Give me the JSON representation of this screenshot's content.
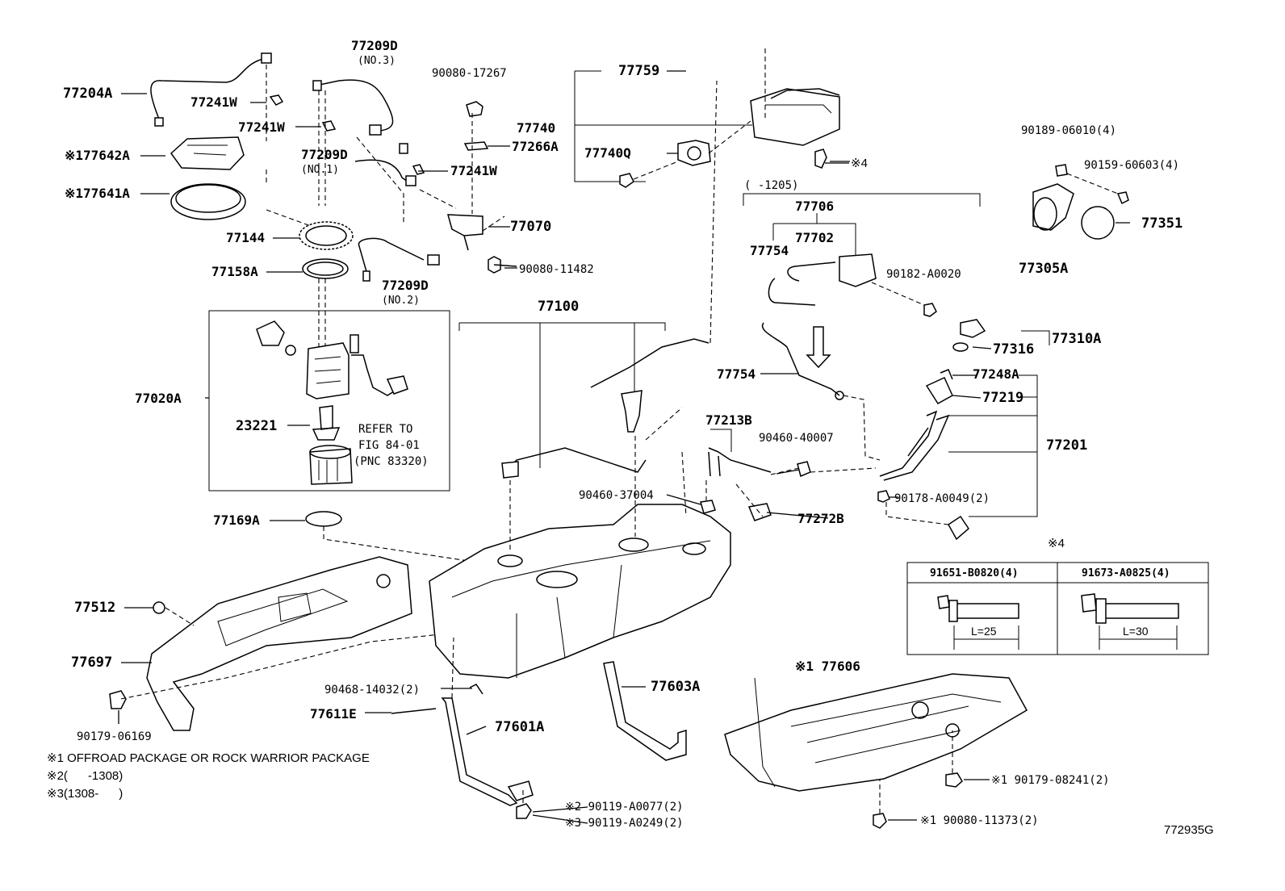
{
  "labels": {
    "p77204A": "77204A",
    "p77241W_a": "77241W",
    "p77241W_b": "77241W",
    "p77241W_c": "77241W",
    "p77642A": "※177642A",
    "p77641A": "※177641A",
    "p77144": "77144",
    "p77158A": "77158A",
    "p77209D_3": "77209D",
    "p77209D_3_sub": "(NO.3)",
    "p77209D_1": "77209D",
    "p77209D_1_sub": "(NO.1)",
    "p77209D_2": "77209D",
    "p77209D_2_sub": "(NO.2)",
    "p90080_17267": "90080-17267",
    "p77266A": "77266A",
    "p77070": "77070",
    "p90080_11482": "90080-11482",
    "p77759": "77759",
    "p77740": "77740",
    "p77740Q": "77740Q",
    "p_x4": "※4",
    "p_1205": "(    -1205)",
    "p77706": "77706",
    "p77702": "77702",
    "p77754_a": "77754",
    "p90182_A0020": "90182-A0020",
    "p90189_06010": "90189-06010(4)",
    "p90159_60603": "90159-60603(4)",
    "p77351": "77351",
    "p77305A": "77305A",
    "p77310A": "77310A",
    "p77316": "77316",
    "p77248A": "77248A",
    "p77219": "77219",
    "p77201": "77201",
    "p77754_b": "77754",
    "p77213B": "77213B",
    "p90460_40007": "90460-40007",
    "p90460_37004": "90460-37004",
    "p77272B": "77272B",
    "p90178_A0049": "90178-A0049(2)",
    "p77100": "77100",
    "p77020A": "77020A",
    "p23221": "23221",
    "refer1": "REFER TO",
    "refer2": "FIG 84-01",
    "refer3": "(PNC 83320)",
    "p77169A": "77169A",
    "p77512": "77512",
    "p77697": "77697",
    "p90179_06169": "90179-06169",
    "p90468_14032": "90468-14032(2)",
    "p77611E": "77611E",
    "p77601A": "77601A",
    "p77603A": "77603A",
    "p77606": "※1 77606",
    "p90179_08241": "※1 90179-08241(2)",
    "p90080_11373": "※1 90080-11373(2)",
    "p90119_A0077": "※2 90119-A0077(2)",
    "p90119_A0249": "※3 90119-A0249(2)"
  },
  "notes": {
    "n1": "※1 OFFROAD PACKAGE OR ROCK WARRIOR PACKAGE",
    "n2": "※2(      -1308)",
    "n3": "※3(1308-      )"
  },
  "table": {
    "title": "※4",
    "col1": "91651-B0820(4)",
    "col2": "91673-A0825(4)",
    "dim1": "L=25",
    "dim2": "L=30"
  },
  "diagram_code": "772935G"
}
